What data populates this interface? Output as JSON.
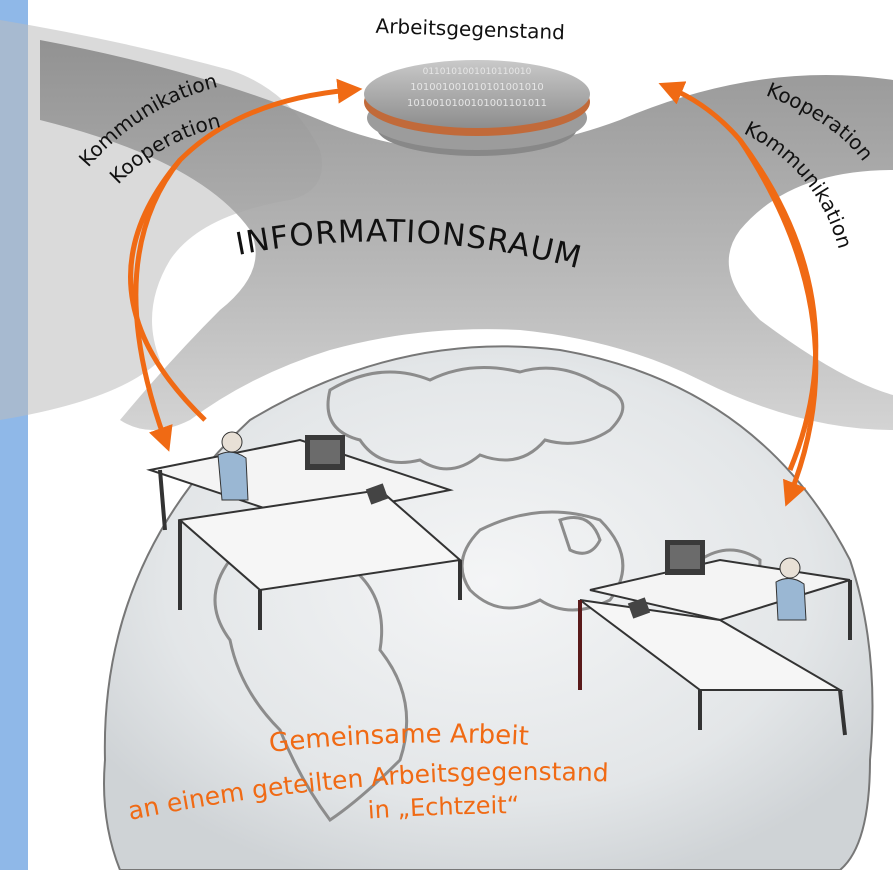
{
  "diagram": {
    "object_label": "Arbeitsgegenstand",
    "binary_lines": [
      "0110101001010110010",
      "101001001010101001010",
      "1010010100101001101011"
    ],
    "space_label": "INFORMATIONSRAUM",
    "left_labels": {
      "line1": "Kommunikation",
      "line2": "Kooperation"
    },
    "right_labels": {
      "line1": "Kooperation",
      "line2": "Kommunikation"
    },
    "bottom_lines": [
      "Gemeinsame Arbeit",
      "an einem geteilten Arbeitsgegenstand",
      "in „Echtzeit“"
    ]
  },
  "colors": {
    "accent_orange": "#f06a14",
    "sidebar_blue": "#8fb8e8",
    "space_gray": "#a9a9a9",
    "globe_ocean": "#e2e5e7",
    "text_dark": "#111111"
  }
}
